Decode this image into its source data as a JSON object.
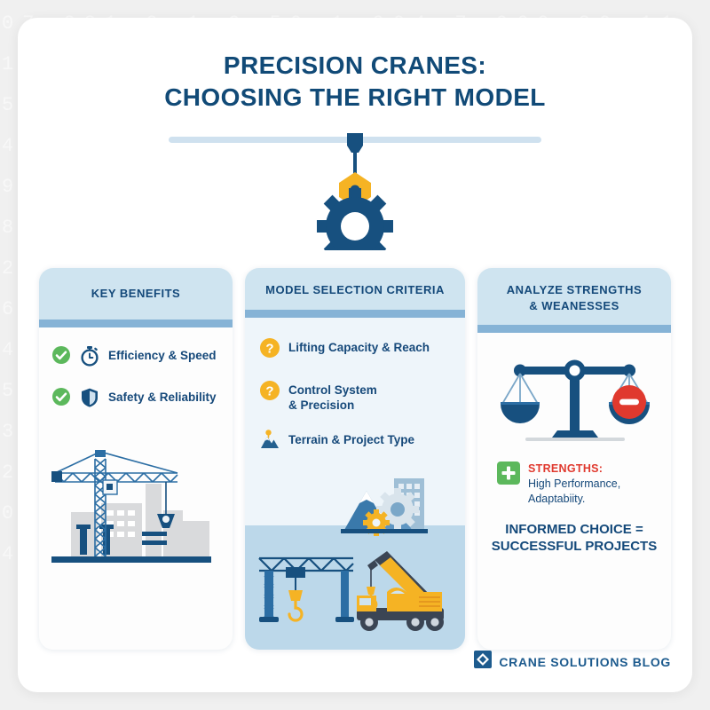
{
  "background": {
    "texture_chars": "07 281 3 1 9 50 1 904 7 960,80 11 1 7 3 1 0 2 5 9 7 4 1 3 0 6 2 8 1 5 0 9 7 3 2 4 1 8 6 0 5 3 9 2 7 1 4 8 0 6 3 5 1 9 2 7 0 4 8 3 1 6 5 9 0 2 7 4 1 8 3 6 0 5 9 2 7 1 4 0 8 3 6 5 1 9 0 2 4 7 3 8 1 6 5 0 9 2 4 7 1 3 8 0 6 5 9 2 1 4 7 0 3 8 6 1 5 9 2 0 4 7 3 1 8 6 5 0 9 2 7 4 1 3 0 8 6 5 9 1 2 4 0 7 3 8 6 1 5 0 9 2 4 7 3 1 8 6 0 5 9 2 7 4 1 3 8 0 6 5 1 9 2 4 7 0 3 8 6 5 1 9 2 0 4 7 3 8 1 6 5 0 9 2 4 7 1 3 8 0 6 5 9 2 1 4 7 0 3 8 6 1 5 9 2 0 4"
  },
  "header": {
    "title_line1": "PRECISION CRANES:",
    "title_line2": "CHOOSING THE RIGHT MODEL",
    "hook_icon": "crane-hook-icon",
    "gear_icon": "gear-icon"
  },
  "colors": {
    "brand_dark_blue": "#14497a",
    "panel_header_blue": "#cfe4f0",
    "stripe_blue": "#86b3d6",
    "accent_yellow": "#f5b324",
    "accent_green": "#5cb85c",
    "accent_red": "#e0392e",
    "band_blue": "#bcd8ea",
    "card_white": "#ffffff"
  },
  "panels": [
    {
      "id": "key-benefits",
      "title": "KEY BENEFITS",
      "items": [
        {
          "badge": "check-circle-icon",
          "icon": "stopwatch-icon",
          "label": "Efficiency & Speed"
        },
        {
          "badge": "check-circle-icon",
          "icon": "shield-icon",
          "label": "Safety & Reliability"
        }
      ],
      "illustration": "tower-crane-construction-site"
    },
    {
      "id": "model-selection-criteria",
      "title": "MODEL SELECTION CRITERIA",
      "items": [
        {
          "badge": "question-circle-icon",
          "label": "Lifting Capacity & Reach"
        },
        {
          "badge": "question-circle-icon",
          "label": "Control System\n& Precision"
        },
        {
          "badge": "mountain-pin-icon",
          "label": "Terrain & Project Type"
        }
      ],
      "illustration": "gantry-crane-and-mobile-crane-truck"
    },
    {
      "id": "analyze-strengths-weaknesses",
      "title_line1": "ANALYZE STRENGTHS",
      "title_line2": "& WEANESSES",
      "illustration": "balance-scales-icon",
      "strength_badge": "plus-square-icon",
      "strength_title": "STRENGTHS:",
      "strength_body_line1": "High Performance,",
      "strength_body_line2": "Adaptabiity.",
      "conclusion_line1": "INFORMED CHOICE =",
      "conclusion_line2": "SUCCESSFUL PROJECTS"
    }
  ],
  "footer": {
    "logo_icon": "diamond-logo-icon",
    "brand": "CRANE SOLUTIONS BLOG"
  }
}
